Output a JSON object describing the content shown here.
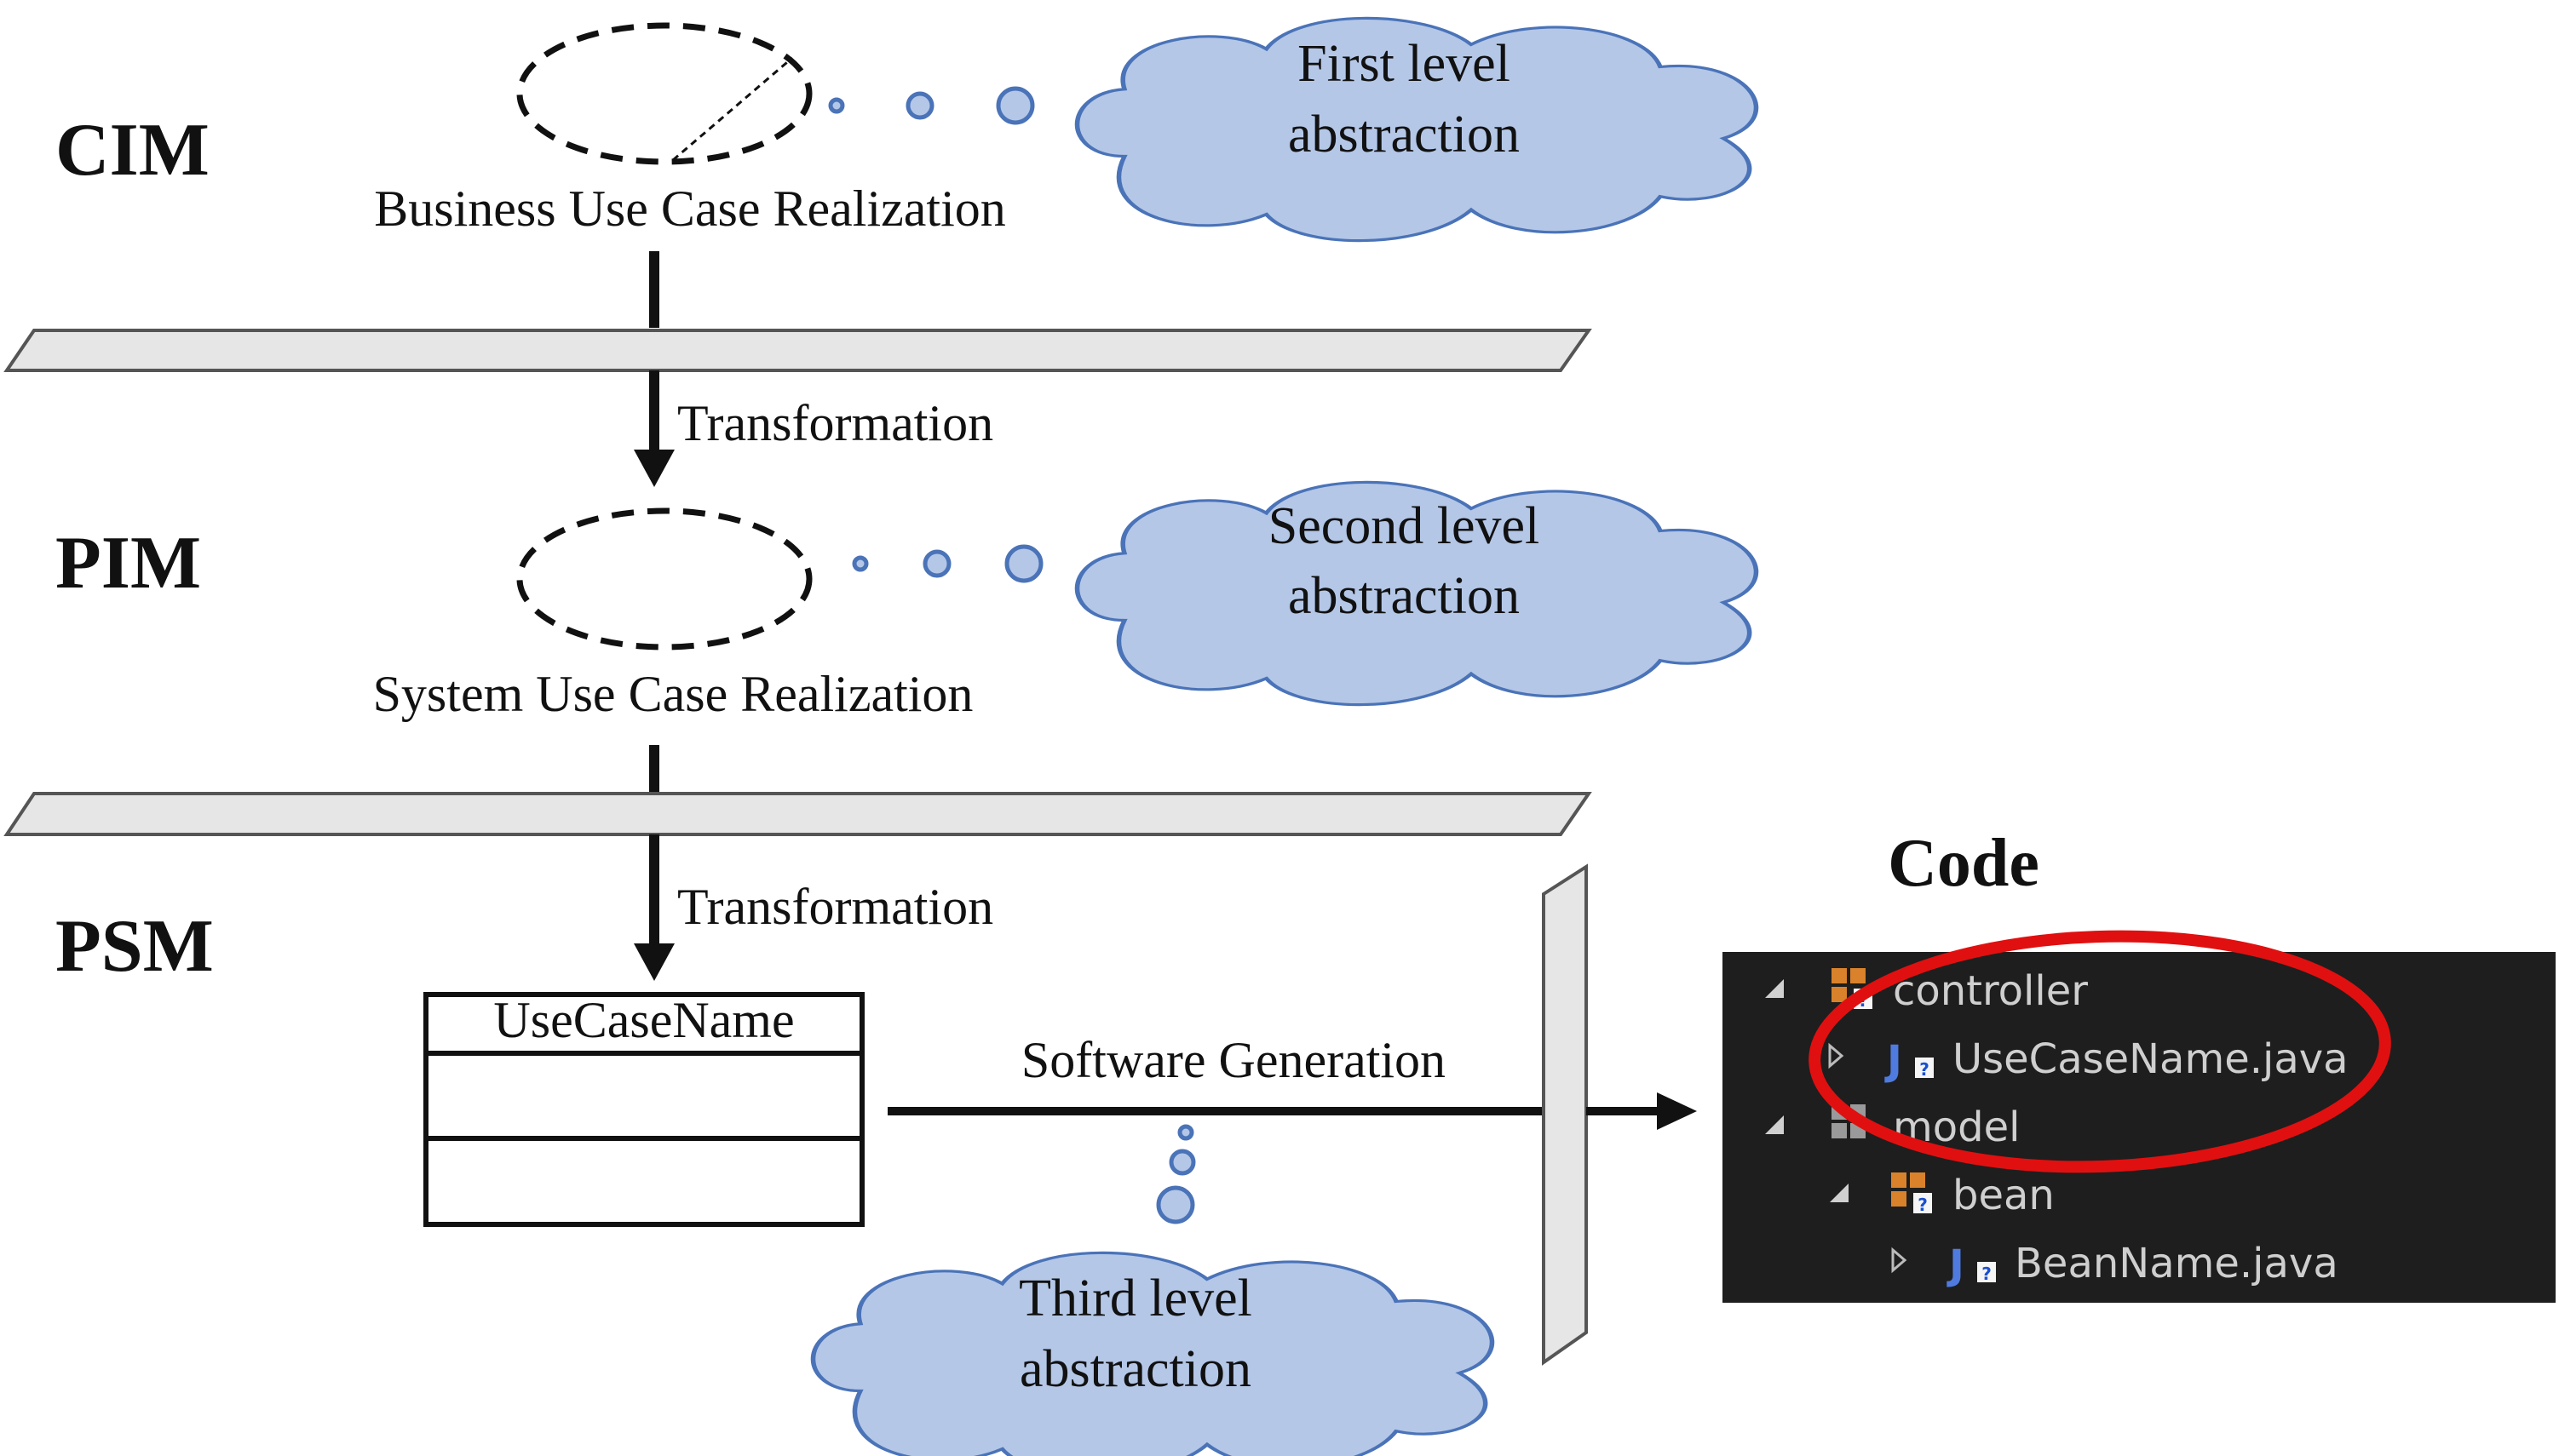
{
  "levels": {
    "cim": "CIM",
    "pim": "PIM",
    "psm": "PSM"
  },
  "captions": {
    "business_realization": "Business Use Case Realization",
    "system_realization": "System Use Case Realization",
    "transformation_1": "Transformation",
    "transformation_2": "Transformation",
    "software_generation": "Software Generation"
  },
  "clouds": {
    "first": {
      "line1": "First level",
      "line2": "abstraction"
    },
    "second": {
      "line1": "Second level",
      "line2": "abstraction"
    },
    "third": {
      "line1": "Third level",
      "line2": "abstraction"
    }
  },
  "class_box": {
    "name": "UseCaseName"
  },
  "code": {
    "title": "Code",
    "tree": [
      {
        "label": "controller",
        "icon": "package-icon"
      },
      {
        "label": "UseCaseName.java",
        "icon": "java-file-icon"
      },
      {
        "label": "model",
        "icon": "package-icon"
      },
      {
        "label": "bean",
        "icon": "package-icon"
      },
      {
        "label": "BeanName.java",
        "icon": "java-file-icon"
      }
    ]
  },
  "colors": {
    "cloud_fill": "#b4c7e7",
    "cloud_stroke": "#4a73b8",
    "panel_bg": "#1e1e1e",
    "highlight_ring": "#e01010",
    "package_orange": "#d9822b",
    "java_blue": "#4f7be0"
  }
}
